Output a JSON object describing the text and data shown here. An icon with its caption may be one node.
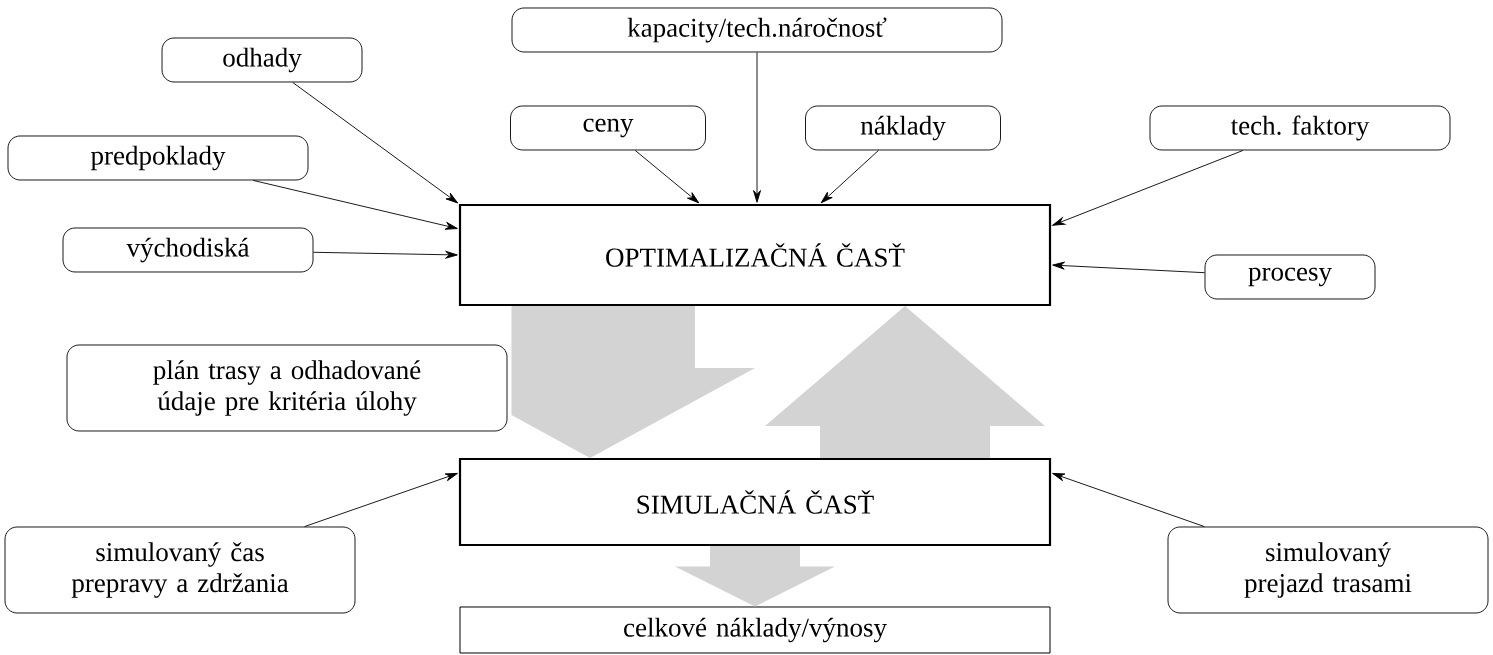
{
  "diagram": {
    "nodes": [
      {
        "text": [
          "kapacity/tech.náročnosť"
        ]
      },
      {
        "text": [
          "odhady"
        ]
      },
      {
        "text": [
          "ceny"
        ]
      },
      {
        "text": [
          "náklady"
        ]
      },
      {
        "text": [
          "tech. faktory"
        ]
      },
      {
        "text": [
          "predpoklady"
        ]
      },
      {
        "text": [
          "OPTIMALIZAČNÁ ČASŤ"
        ]
      },
      {
        "text": [
          "východiská"
        ]
      },
      {
        "text": [
          "procesy"
        ]
      },
      {
        "text": [
          "plán trasy a odhadované údaje pre kritéria úlohy"
        ]
      },
      {
        "text": [
          "SIMULAČNÁ ČASŤ"
        ]
      },
      {
        "text": [
          "simulovaný čas prepravy a zdržania"
        ]
      },
      {
        "text": [
          "simulovaný prejazd trasami"
        ]
      },
      {
        "text": [
          "celkové náklady/výnosy"
        ]
      }
    ],
    "edges": [
      {
        "from": 0,
        "to": 6,
        "arrow": "to"
      },
      {
        "from": 1,
        "to": 6,
        "arrow": "to"
      },
      {
        "from": 2,
        "to": 6,
        "arrow": "to"
      },
      {
        "from": 3,
        "to": 6,
        "arrow": "to"
      },
      {
        "from": 4,
        "to": 6,
        "arrow": "to"
      },
      {
        "from": 5,
        "to": 6,
        "arrow": "to"
      },
      {
        "from": 7,
        "to": 6,
        "arrow": "to"
      },
      {
        "from": 8,
        "to": 6,
        "arrow": "to"
      },
      {
        "from": 6,
        "to": 10,
        "arrow": "to",
        "style": "thick",
        "color": "#d3d3d3"
      },
      {
        "from": 10,
        "to": 6,
        "arrow": "to",
        "style": "thick",
        "color": "#d3d3d3"
      },
      {
        "from": 11,
        "to": 10,
        "arrow": "to"
      },
      {
        "from": 12,
        "to": 10,
        "arrow": "to"
      },
      {
        "from": 10,
        "to": 13,
        "arrow": "to",
        "style": "thick",
        "color": "#d3d3d3"
      }
    ]
  }
}
